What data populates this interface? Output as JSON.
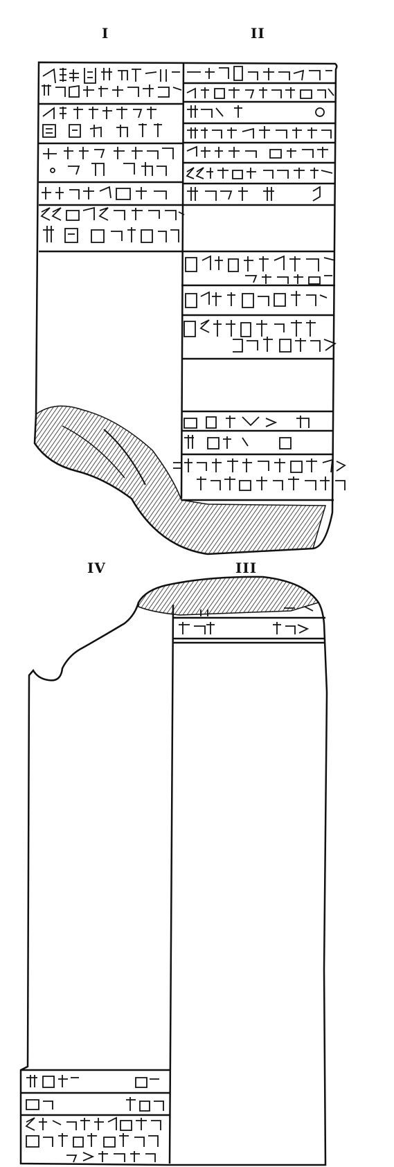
{
  "figure": {
    "column_labels": {
      "obverse_left": "I",
      "obverse_right": "II",
      "reverse_left": "IV",
      "reverse_right": "III"
    },
    "ink_color": "#111111",
    "paper_color": "#ffffff",
    "hatch_color": "#222222"
  }
}
